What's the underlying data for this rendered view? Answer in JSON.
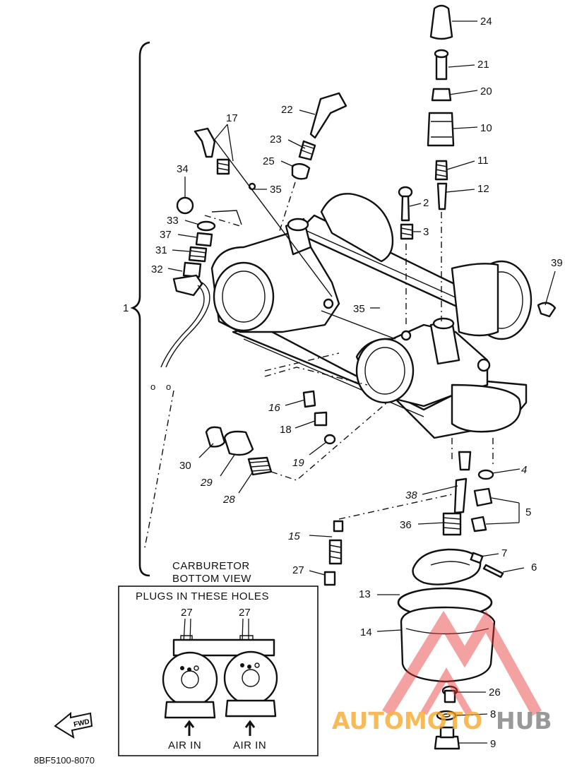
{
  "figure_code": "8BF5100-8070",
  "bottom_view": {
    "title_line1": "CARBURETOR",
    "title_line2": "BOTTOM VIEW",
    "box_heading": "PLUGS IN THESE HOLES",
    "plug_ref_left": "27",
    "plug_ref_right": "27",
    "air_in_left": "AIR IN",
    "air_in_right": "AIR IN"
  },
  "fwd_label": "FWD",
  "watermark": {
    "part1": "AUTOMOTO",
    "part2": "HUB",
    "color_orange": "#f5a623",
    "color_grey": "#7a7a7a",
    "color_red": "#e53935"
  },
  "callouts": {
    "c1": "1",
    "c2": "2",
    "c3": "3",
    "c4": "4",
    "c5": "5",
    "c6": "6",
    "c7": "7",
    "c8": "8",
    "c9": "9",
    "c10": "10",
    "c11": "11",
    "c12": "12",
    "c13": "13",
    "c14": "14",
    "c15": "15",
    "c16": "16",
    "c17": "17",
    "c18": "18",
    "c19": "19",
    "c20": "20",
    "c21": "21",
    "c22": "22",
    "c23": "23",
    "c24": "24",
    "c25": "25",
    "c26": "26",
    "c27": "27",
    "c28": "28",
    "c29": "29",
    "c30": "30",
    "c31": "31",
    "c32": "32",
    "c33": "33",
    "c34": "34",
    "c35a": "35",
    "c35b": "35",
    "c36": "36",
    "c37": "37",
    "c38": "38",
    "c39": "39"
  }
}
